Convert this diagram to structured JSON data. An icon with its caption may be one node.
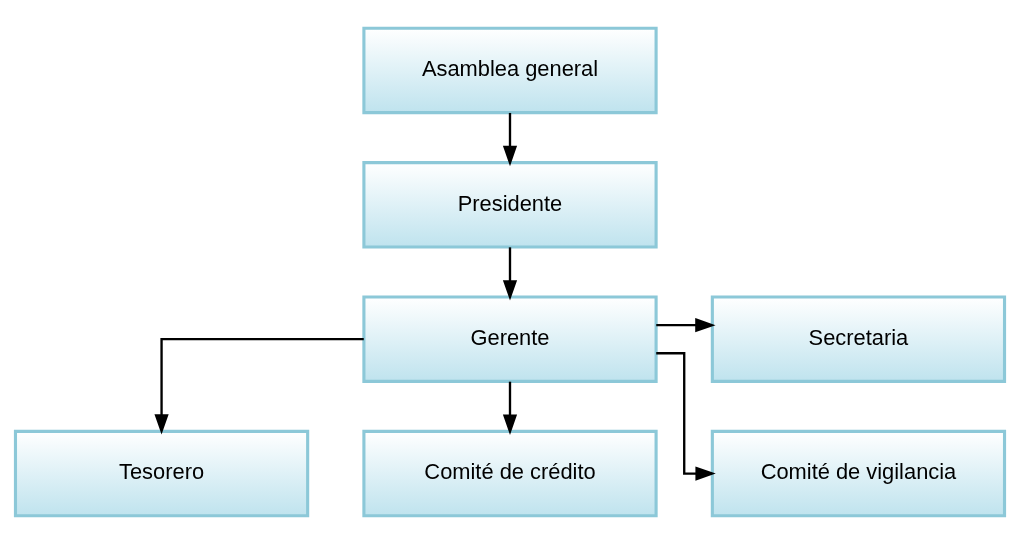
{
  "diagram": {
    "nodes": [
      {
        "text": [
          "Asamblea general"
        ]
      },
      {
        "text": [
          "Presidente"
        ]
      },
      {
        "text": [
          "Secretaria"
        ]
      },
      {
        "text": [
          "Gerente"
        ]
      },
      {
        "text": [
          "Tesorero"
        ]
      },
      {
        "text": [
          "Comité de crédito"
        ]
      },
      {
        "text": [
          "Comité de vigilancia"
        ]
      }
    ],
    "edges": [
      {
        "from": 0,
        "to": 1,
        "arrow": "to"
      },
      {
        "from": 1,
        "to": 3,
        "arrow": "to"
      },
      {
        "from": 3,
        "to": 2,
        "arrow": "to"
      },
      {
        "from": 3,
        "to": 4,
        "arrow": "to"
      },
      {
        "from": 3,
        "to": 5,
        "arrow": "to"
      },
      {
        "from": 3,
        "to": 6,
        "arrow": "to"
      }
    ]
  }
}
